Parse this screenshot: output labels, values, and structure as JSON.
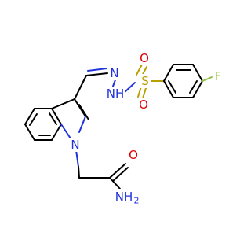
{
  "atoms": {
    "nh_top": {
      "text": "NH",
      "color": "#2233dd"
    },
    "n_hydrazone": {
      "text": "N",
      "color": "#2233dd"
    },
    "s": {
      "text": "S",
      "color": "#b8a000"
    },
    "o_top": {
      "text": "O",
      "color": "#dd0000"
    },
    "o_bottom": {
      "text": "O",
      "color": "#dd0000"
    },
    "f": {
      "text": "F",
      "color": "#90c040"
    },
    "n_indole": {
      "text": "N",
      "color": "#2233dd"
    },
    "o_amide": {
      "text": "O",
      "color": "#dd0000"
    },
    "nh2": {
      "text": "NH",
      "color": "#2233dd"
    },
    "nh2_subscript": {
      "text": "2",
      "color": "#2233dd"
    }
  }
}
